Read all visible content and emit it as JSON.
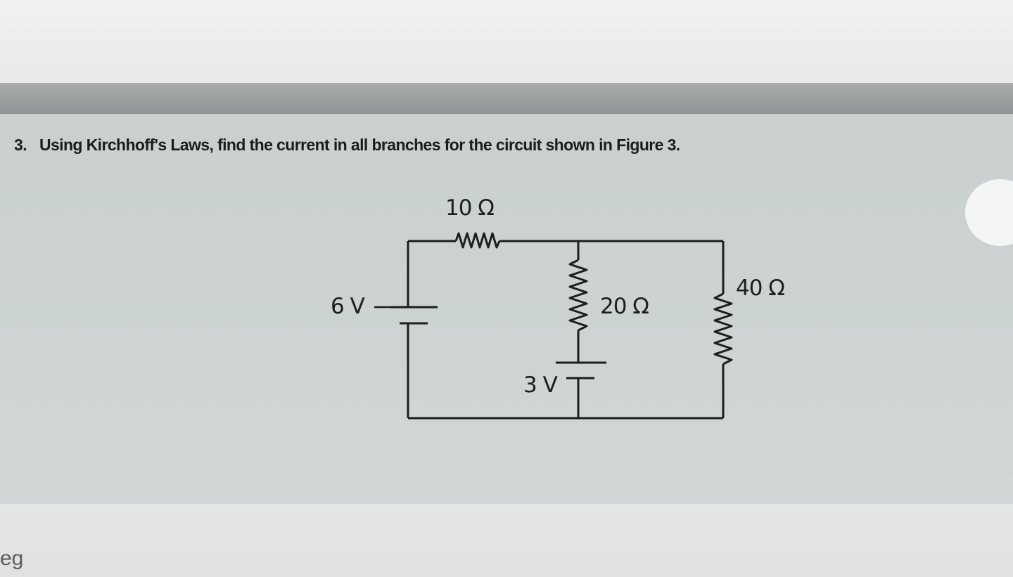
{
  "question": {
    "number": "3.",
    "text": "Using Kirchhoff's Laws, find the current in all branches for the circuit shown in Figure 3."
  },
  "circuit": {
    "r_top_label": "10 Ω",
    "battery_left_label": "6 V",
    "r_middle_label": "20 Ω",
    "battery_middle_label": "3 V",
    "r_right_label": "40 Ω"
  },
  "footer": {
    "corner_text": "eg"
  },
  "colors": {
    "wire": "#1c1e1f",
    "panel": "#cbd2d1"
  }
}
